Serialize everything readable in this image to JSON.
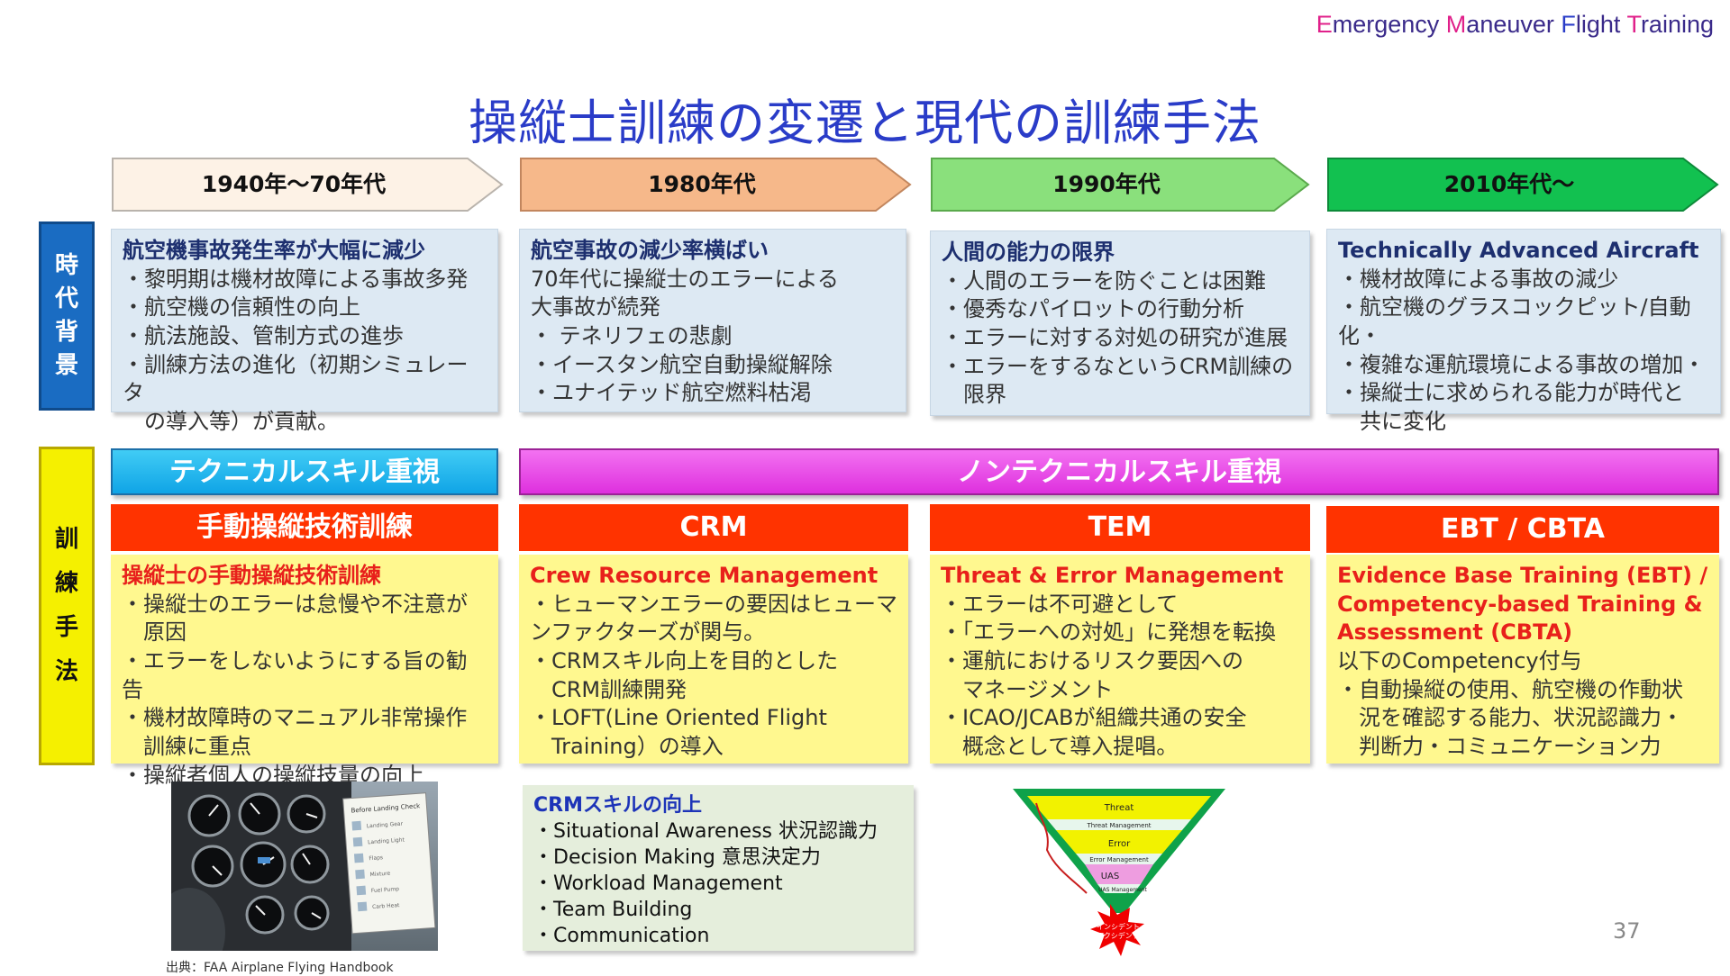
{
  "brand": {
    "words": [
      "mergency",
      "aneuver",
      "light",
      "raining"
    ],
    "initials": [
      "E",
      "M",
      "F",
      "T"
    ],
    "initial_colors": [
      "#e0208a",
      "#e0208a",
      "#2a3cc8",
      "#e0208a"
    ]
  },
  "title": "操縦士訓練の変遷と現代の訓練手法",
  "eras": [
    {
      "label": "1940年～70年代",
      "fill": "#fdf2e6"
    },
    {
      "label": "1980年代",
      "fill": "#f6b88a"
    },
    {
      "label": "1990年代",
      "fill": "#8ae07c"
    },
    {
      "label": "2010年代～",
      "fill": "#12c150"
    }
  ],
  "side_labels": {
    "background": [
      "時",
      "代",
      "背",
      "景"
    ],
    "methods": [
      "訓",
      "練",
      "手",
      "法"
    ]
  },
  "background": [
    {
      "heading": "航空機事故発生率が大幅に減少",
      "lines": [
        "・黎明期は機材故障による事故多発",
        "・航空機の信頼性の向上",
        "・航法施設、管制方式の進歩",
        "・訓練方法の進化（初期シミュレータ",
        "　の導入等）が貢献。"
      ]
    },
    {
      "heading": "航空事故の減少率横ばい",
      "lines": [
        "70年代に操縦士のエラーによる",
        "大事故が続発",
        "・ テネリフェの悲劇",
        "・イースタン航空自動操縦解除",
        "・ユナイテッド航空燃料枯渇"
      ]
    },
    {
      "heading": "人間の能力の限界",
      "lines": [
        "・人間のエラーを防ぐことは困難",
        "・優秀なパイロットの行動分析",
        "・エラーに対する対処の研究が進展",
        "・エラーをするなというCRM訓練の",
        "　限界"
      ]
    },
    {
      "heading": "Technically Advanced Aircraft",
      "lines": [
        "・機材故障による事故の減少",
        "・航空機のグラスコックピット/自動化・",
        "・複雑な運航環境による事故の増加・",
        "・操縦士に求められる能力が時代と",
        "　共に変化"
      ]
    }
  ],
  "banners": {
    "technical": "テクニカルスキル重視",
    "nontechnical": "ノンテクニカルスキル重視"
  },
  "methods": [
    {
      "title": "手動操縦技術訓練",
      "heading_lines": [
        "操縦士の手動操縦技術訓練"
      ],
      "lines": [
        "・操縦士のエラーは怠慢や不注意が",
        "　原因",
        "・エラーをしないようにする旨の勧告",
        "・機材故障時のマニュアル非常操作",
        "　訓練に重点",
        "・操縦者個人の操縦技量の向上"
      ]
    },
    {
      "title": "CRM",
      "heading_lines": [
        "Crew Resource Management"
      ],
      "lines": [
        "・ヒューマンエラーの要因はヒューマ",
        "ンファクターズが関与。",
        "・CRMスキル向上を目的とした",
        "　CRM訓練開発",
        "・LOFT(Line Oriented Flight",
        "　Training）の導入"
      ]
    },
    {
      "title": "TEM",
      "heading_lines": [
        "Threat & Error Management"
      ],
      "lines": [
        "・エラーは不可避として",
        "・「エラーへの対処」に発想を転換",
        "・運航におけるリスク要因への",
        "　マネージメント",
        "・ICAO/JCABが組織共通の安全",
        "　概念として導入提唱。"
      ]
    },
    {
      "title": "EBT / CBTA",
      "heading_lines": [
        "Evidence Base Training (EBT) /",
        "Competency-based Training &",
        "Assessment (CBTA)"
      ],
      "lines": [
        "以下のCompetency付与",
        "・自動操縦の使用、航空機の作動状",
        "　況を確認する能力、状況認識力・",
        "　判断力・コミュニケーション力"
      ]
    }
  ],
  "crm_skills": {
    "heading": "CRMスキルの向上",
    "lines": [
      "・Situational Awareness 状況認識力",
      "・Decision Making 意思決定力",
      "・Workload Management",
      "・Team Building",
      "・Communication"
    ]
  },
  "tem_pyramid": {
    "levels": [
      "Threat",
      "Threat Management",
      "Error",
      "Error Management",
      "UAS",
      "UAS Management"
    ],
    "burst": [
      "インシデント",
      "アクシデント"
    ]
  },
  "photo_checklist_title": "Before Landing Check",
  "photo_checklist_items": [
    "Landing Gear",
    "Landing Light",
    "Flaps",
    "Mixture",
    "Fuel Pump",
    "Carb Heat"
  ],
  "source": "出典：FAA Airplane Flying Handbook",
  "page_number": "37"
}
